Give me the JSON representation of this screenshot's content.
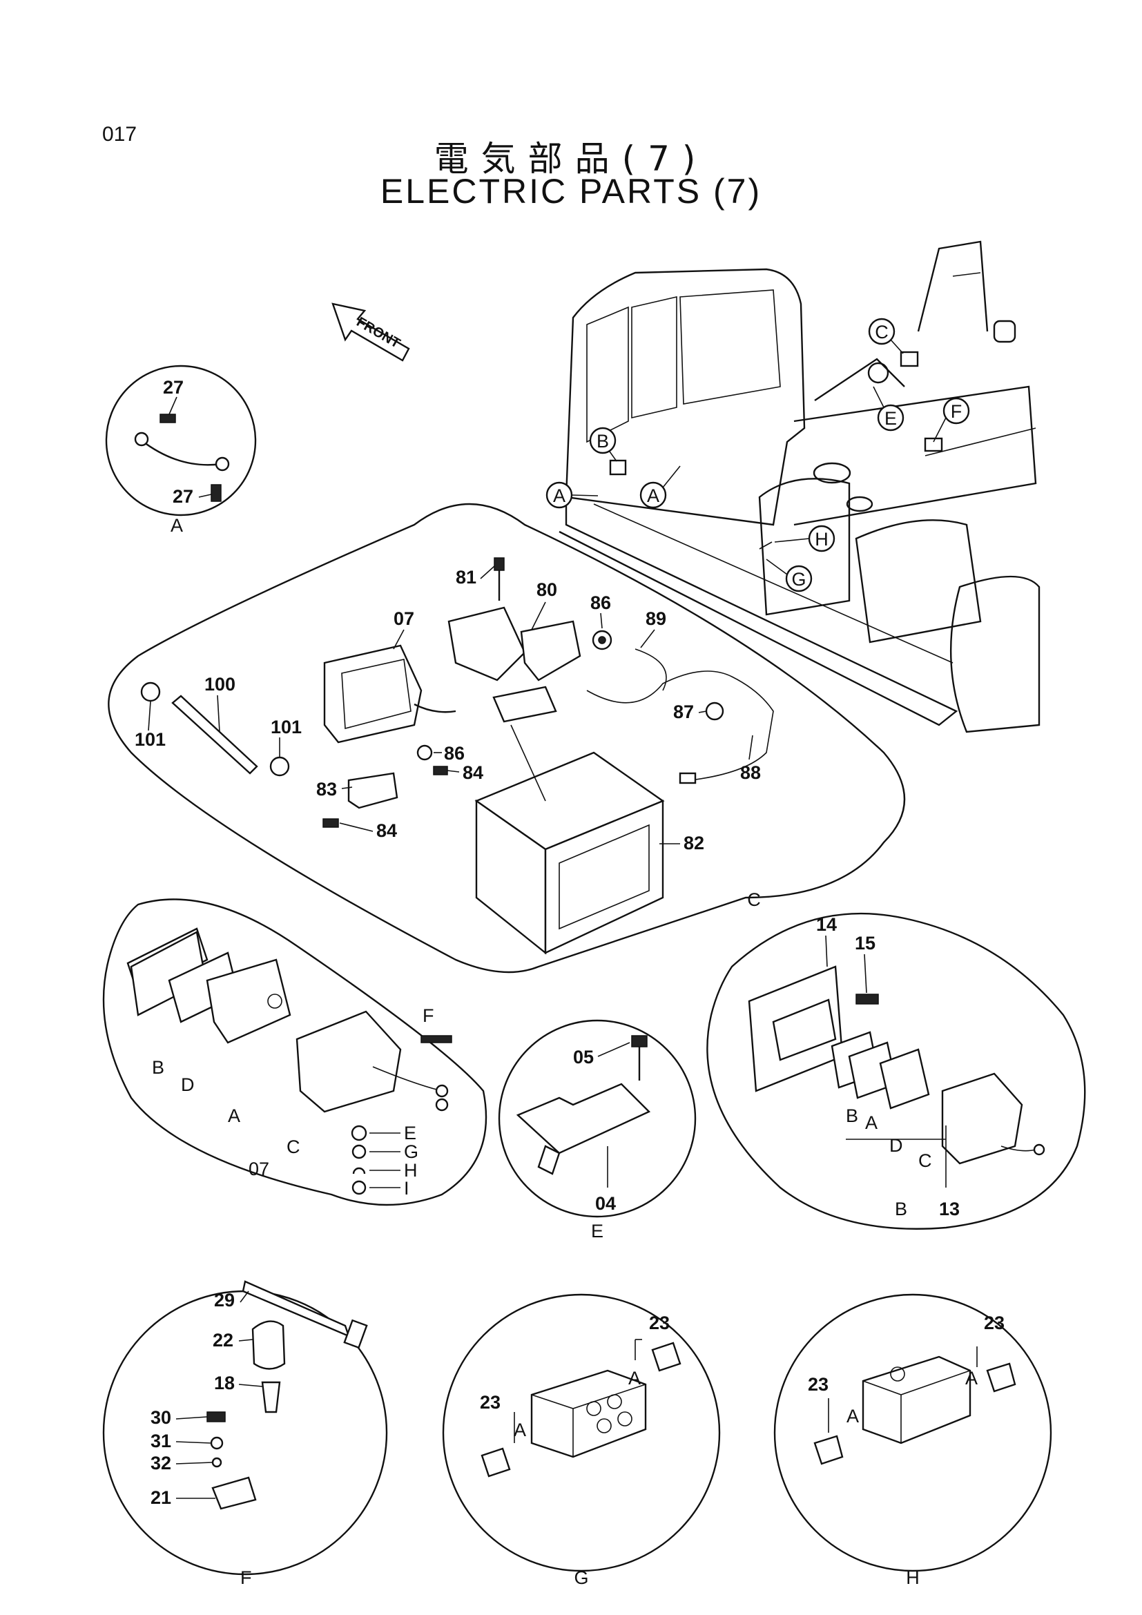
{
  "page_number": "017",
  "title_ja": "電気部品(7)",
  "title_en": "ELECTRIC PARTS (7)",
  "front_label": "FRONT",
  "machine_markers": [
    "A",
    "A",
    "B",
    "C",
    "E",
    "F",
    "G",
    "H"
  ],
  "detail_A": {
    "label": "A",
    "callouts": [
      "27",
      "27"
    ]
  },
  "detail_C": {
    "label": "C",
    "callouts": [
      "81",
      "80",
      "86",
      "89",
      "07",
      "100",
      "101",
      "101",
      "86",
      "84",
      "83",
      "84",
      "87",
      "88",
      "82"
    ]
  },
  "detail_07": {
    "label": "07",
    "letters": [
      "B",
      "D",
      "A",
      "C",
      "E",
      "G",
      "H",
      "I",
      "F"
    ]
  },
  "detail_E": {
    "label": "E",
    "callouts": [
      "05",
      "04"
    ]
  },
  "detail_B": {
    "label": "B",
    "callouts": [
      "14",
      "15",
      "13"
    ],
    "letters": [
      "B",
      "A",
      "D",
      "C"
    ]
  },
  "detail_F": {
    "label": "F",
    "callouts": [
      "29",
      "22",
      "18",
      "30",
      "31",
      "32",
      "21"
    ]
  },
  "detail_G": {
    "label": "G",
    "callouts": [
      "23",
      "23"
    ],
    "letters": [
      "A",
      "A"
    ]
  },
  "detail_H": {
    "label": "H",
    "callouts": [
      "23",
      "23"
    ],
    "letters": [
      "A",
      "A"
    ]
  }
}
